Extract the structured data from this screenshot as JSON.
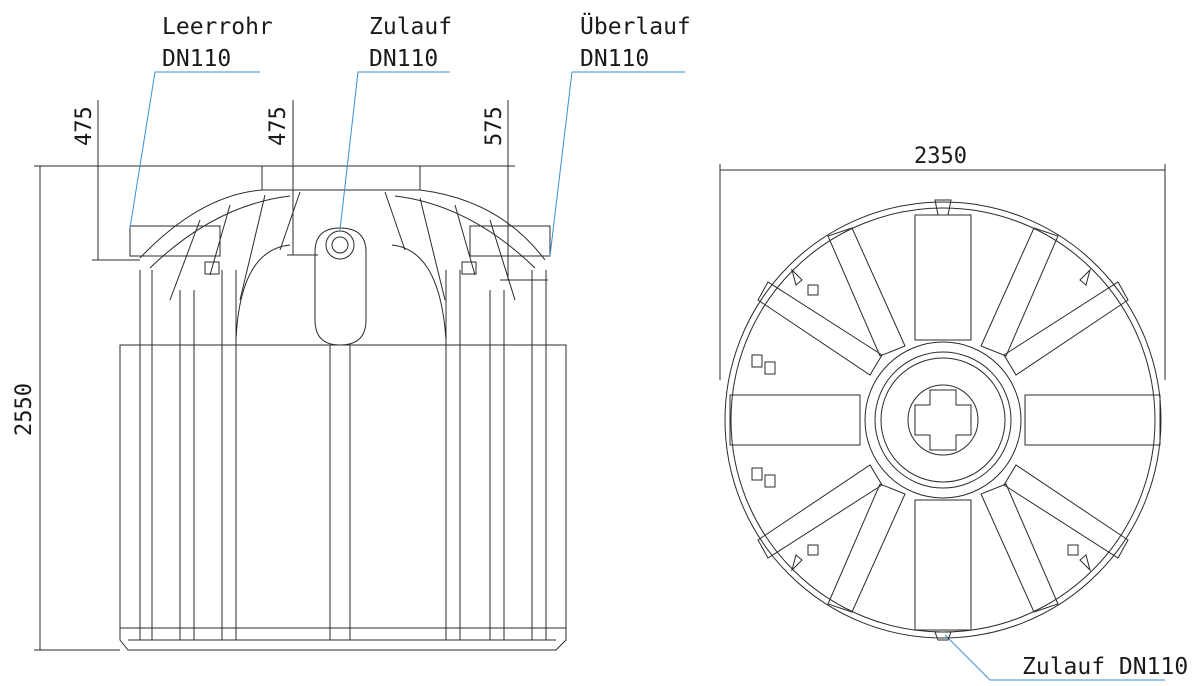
{
  "labels": {
    "leerrohr": {
      "name": "Leerrohr",
      "size": "DN110"
    },
    "zulauf": {
      "name": "Zulauf",
      "size": "DN110"
    },
    "ueberlauf": {
      "name": "Überlauf",
      "size": "DN110"
    },
    "zulauf_top_view": "Zulauf DN110"
  },
  "dimensions": {
    "depth_leerrohr": "475",
    "depth_zulauf": "475",
    "depth_ueberlauf": "575",
    "total_height": "2550",
    "diameter": "2350"
  },
  "colors": {
    "line": "#2b2b2b",
    "leader": "#3a8fd6",
    "text": "#1a1a1a"
  }
}
